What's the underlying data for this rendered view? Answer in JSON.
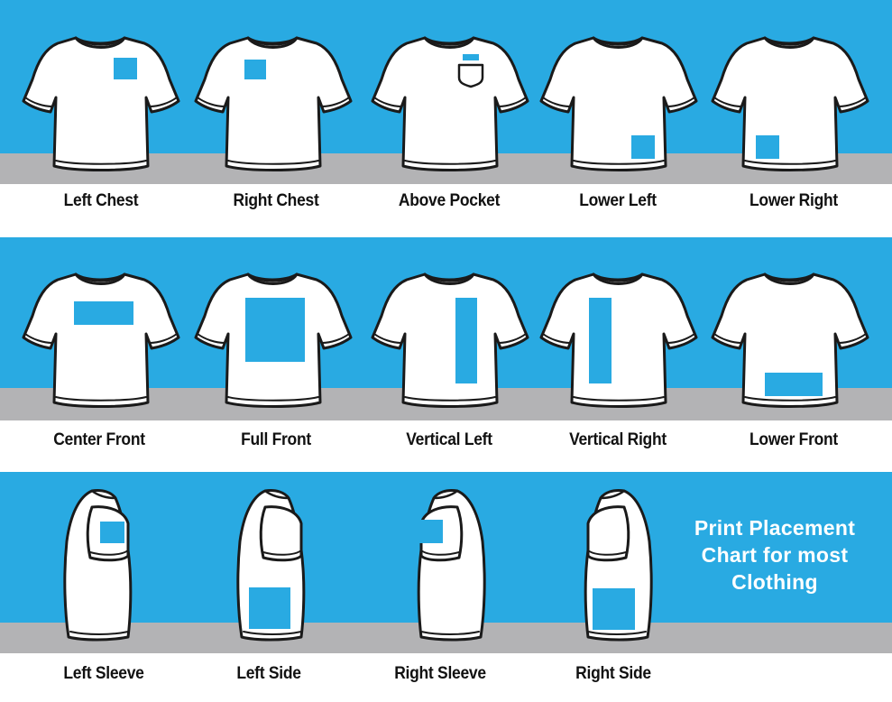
{
  "colors": {
    "accent": "#29aae2",
    "band_gray": "#b3b3b5",
    "outline": "#1a1a1a",
    "shirt": "#ffffff"
  },
  "title": "Print Placement Chart for most Clothing",
  "rows": [
    {
      "items": [
        {
          "label": "Left Chest",
          "view": "front"
        },
        {
          "label": "Right Chest",
          "view": "front"
        },
        {
          "label": "Above Pocket",
          "view": "front"
        },
        {
          "label": "Lower Left",
          "view": "front"
        },
        {
          "label": "Lower Right",
          "view": "front"
        }
      ]
    },
    {
      "items": [
        {
          "label": "Center Front",
          "view": "front"
        },
        {
          "label": "Full Front",
          "view": "front"
        },
        {
          "label": "Vertical Left",
          "view": "front"
        },
        {
          "label": "Vertical Right",
          "view": "front"
        },
        {
          "label": "Lower Front",
          "view": "front"
        }
      ]
    },
    {
      "items": [
        {
          "label": "Left Sleeve",
          "view": "side-left"
        },
        {
          "label": "Left Side",
          "view": "side-left"
        },
        {
          "label": "Right Sleeve",
          "view": "side-right"
        },
        {
          "label": "Right Side",
          "view": "side-right"
        }
      ]
    }
  ]
}
